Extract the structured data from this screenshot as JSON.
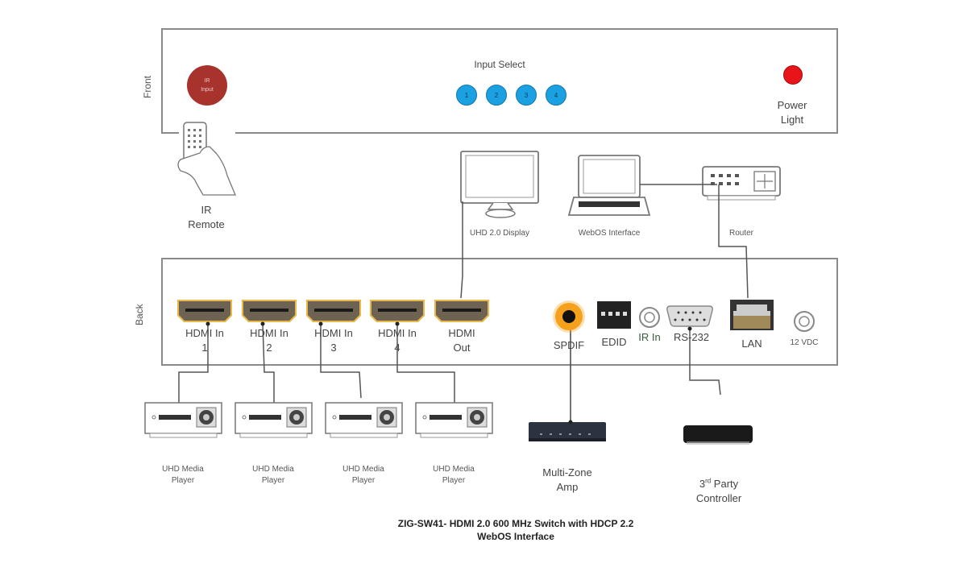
{
  "front_panel": {
    "side_label": "Front",
    "ir_input_label": "IR Input",
    "input_select_label": "Input Select",
    "input_buttons": [
      "1",
      "2",
      "3",
      "4"
    ],
    "power_light_label": [
      "Power",
      "Light"
    ]
  },
  "peripherals_top": {
    "ir_remote": [
      "IR",
      "Remote"
    ],
    "display": "UHD 2.0 Display",
    "webos": "WebOS Interface",
    "router": "Router"
  },
  "back_panel": {
    "side_label": "Back",
    "ports": {
      "hdmi_in": [
        {
          "line1": "HDMI In",
          "line2": "1"
        },
        {
          "line1": "HDMI In",
          "line2": "2"
        },
        {
          "line1": "HDMI In",
          "line2": "3"
        },
        {
          "line1": "HDMI In",
          "line2": "4"
        }
      ],
      "hdmi_out": {
        "line1": "HDMI",
        "line2": "Out"
      },
      "spdif": "SPDIF",
      "edid": "EDID",
      "ir_in": "IR In",
      "rs232": "RS-232",
      "lan": "LAN",
      "power": "12 VDC"
    }
  },
  "peripherals_bottom": {
    "media_players": [
      [
        "UHD Media",
        "Player"
      ],
      [
        "UHD Media",
        "Player"
      ],
      [
        "UHD Media",
        "Player"
      ],
      [
        "UHD Media",
        "Player"
      ]
    ],
    "amp": [
      "Multi-Zone",
      "Amp"
    ],
    "controller": {
      "ordinal": "3",
      "suffix": "rd",
      "line1_rest": " Party",
      "line2": "Controller"
    }
  },
  "caption": {
    "line1": "ZIG-SW41- HDMI 2.0 600 MHz Switch with HDCP 2.2",
    "line2": "WebOS Interface"
  },
  "colors": {
    "ir_input": "#a8322c",
    "input_button": "#1ba1e2",
    "power_light": "#e8141a",
    "hdmi_port": "#6e6253",
    "hdmi_trim": "#e8b84a",
    "spdif": "#f5a11c",
    "outline": "#8a8a8a"
  }
}
